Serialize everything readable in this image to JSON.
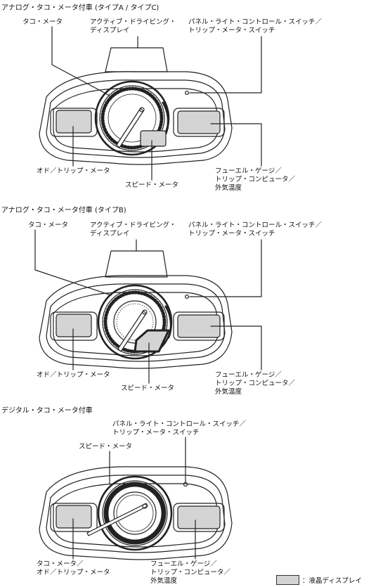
{
  "sections": [
    {
      "title": "アナログ・タコ・メータ付車 (タイプA / タイプC)",
      "labels": {
        "tacho": "タコ・メータ",
        "active_display": [
          "アクティブ・ドライビング・",
          "ディスプレイ"
        ],
        "panel_switch": [
          "パネル・ライト・コントロール・スイッチ／",
          "トリップ・メータ・スイッチ"
        ],
        "odo": "オド／トリップ・メータ",
        "fuel": [
          "フューエル・ゲージ／",
          "トリップ・コンピュータ／",
          "外気温度"
        ],
        "speed": "スピード・メータ"
      }
    },
    {
      "title": "アナログ・タコ・メータ付車 (タイプB)",
      "labels": {
        "tacho": "タコ・メータ",
        "active_display": [
          "アクティブ・ドライビング・",
          "ディスプレイ"
        ],
        "panel_switch": [
          "パネル・ライト・コントロール・スイッチ／",
          "トリップ・メータ・スイッチ"
        ],
        "odo": "オド／トリップ・メータ",
        "fuel": [
          "フューエル・ゲージ／",
          "トリップ・コンピュータ／",
          "外気温度"
        ],
        "speed": "スピード・メータ"
      }
    },
    {
      "title": "デジタル・タコ・メータ付車",
      "labels": {
        "panel_switch": [
          "パネル・ライト・コントロール・スイッチ／",
          "トリップ・メータ・スイッチ"
        ],
        "speed": "スピード・メータ",
        "tacho_odo": [
          "タコ・メータ／",
          "オド／トリップ・メータ"
        ],
        "fuel": [
          "フューエル・ゲージ／",
          "トリップ・コンピュータ／",
          "外気温度"
        ]
      }
    }
  ],
  "legend": {
    "label": "：液晶ディスプレイ",
    "color": "#d4d4d4"
  }
}
